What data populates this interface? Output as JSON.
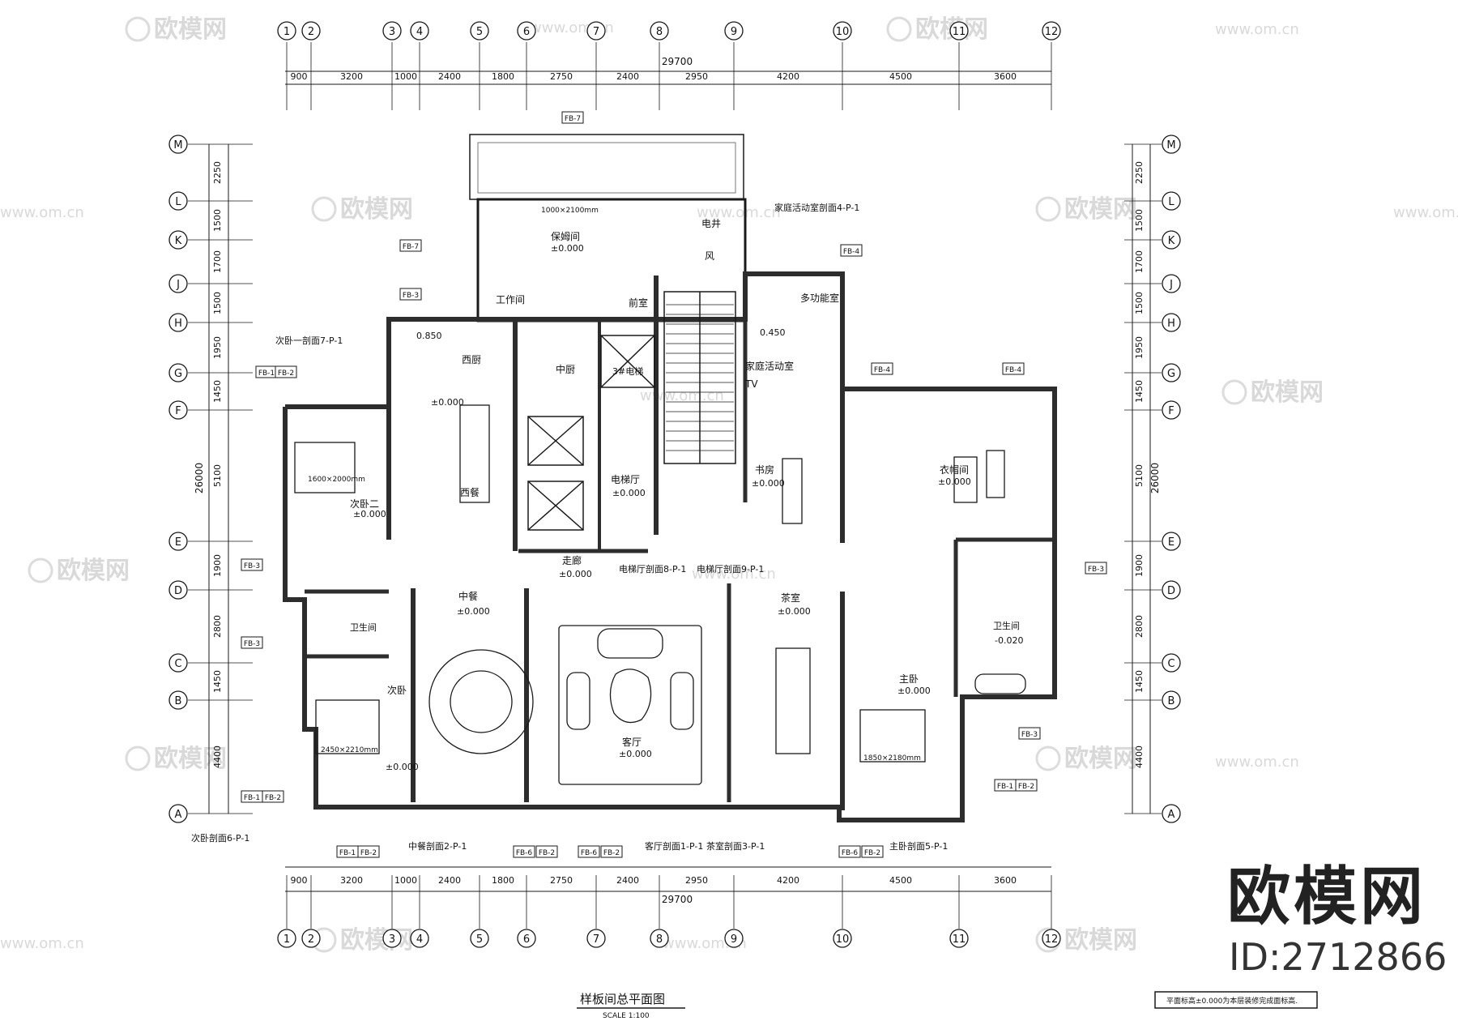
{
  "drawing": {
    "title": "样板间总平面图",
    "scale": "SCALE  1:100",
    "note": "平面标高±0.000为本层装修完成面标高."
  },
  "watermark": {
    "brand": "欧模网",
    "site": "www.om.cn",
    "id": "ID:2712866"
  },
  "axes": {
    "columns": [
      "1",
      "2",
      "3",
      "4",
      "5",
      "6",
      "7",
      "8",
      "9",
      "10",
      "11",
      "12"
    ],
    "rows": [
      "M",
      "L",
      "K",
      "J",
      "H",
      "G",
      "F",
      "E",
      "D",
      "C",
      "B",
      "A"
    ],
    "top_total": "29700",
    "bottom_total": "29700",
    "col_dims": [
      "900",
      "3200",
      "1000",
      "2400",
      "1800",
      "2750",
      "2400",
      "2950",
      "4200",
      "4500",
      "3600"
    ],
    "row_dims": [
      "2250",
      "1500",
      "1700",
      "1500",
      "1950",
      "1450",
      "5100",
      "1900",
      "2800",
      "1450",
      "4400"
    ],
    "side_total": "26000"
  },
  "rooms": [
    {
      "name": "保姆间",
      "level": "±0.000"
    },
    {
      "name": "工作间",
      "level": ""
    },
    {
      "name": "前室",
      "level": ""
    },
    {
      "name": "电井",
      "level": ""
    },
    {
      "name": "风",
      "level": ""
    },
    {
      "name": "多功能室",
      "level": ""
    },
    {
      "name": "家庭活动室",
      "level": "0.450"
    },
    {
      "name": "西厨",
      "level": "±0.000"
    },
    {
      "name": "中厨",
      "level": ""
    },
    {
      "name": "3#电梯",
      "level": ""
    },
    {
      "name": "西餐",
      "level": ""
    },
    {
      "name": "电梯厅",
      "level": "±0.000"
    },
    {
      "name": "书房",
      "level": "±0.000"
    },
    {
      "name": "衣帽间",
      "level": "±0.000"
    },
    {
      "name": "次卧二",
      "level": "±0.000"
    },
    {
      "name": "走廊",
      "level": "±0.000"
    },
    {
      "name": "中餐",
      "level": "±0.000"
    },
    {
      "name": "茶室",
      "level": "±0.000"
    },
    {
      "name": "卫生间",
      "level": ""
    },
    {
      "name": "卫生间",
      "level": "-0.020"
    },
    {
      "name": "次卧",
      "level": "±0.000"
    },
    {
      "name": "客厅",
      "level": "±0.000"
    },
    {
      "name": "主卧",
      "level": "±0.000"
    }
  ],
  "labels": {
    "elev_850": "0.850",
    "bed1": "1600×2000mm",
    "bed2": "2450×2210mm",
    "bed3": "1850×2180mm",
    "tub": "1000×2100mm",
    "tv": "TV"
  },
  "section_refs": [
    "次卧一剖面7-P-1",
    "次卧剖面6-P-1",
    "中餐剖面2-P-1",
    "客厅剖面1-P-1",
    "茶室剖面3-P-1",
    "主卧剖面5-P-1",
    "家庭活动室剖面4-P-1",
    "电梯厅剖面8-P-1",
    "电梯厅剖面9-P-1"
  ],
  "fb_tags": [
    "FB-1",
    "FB-2",
    "FB-3",
    "FB-4",
    "FB-6",
    "FB-7"
  ],
  "colors": {
    "line": "#1a1a1a",
    "wall": "#3a3a3a",
    "hatch": "#8a8a8a",
    "watermark": "#d9d9d9"
  }
}
